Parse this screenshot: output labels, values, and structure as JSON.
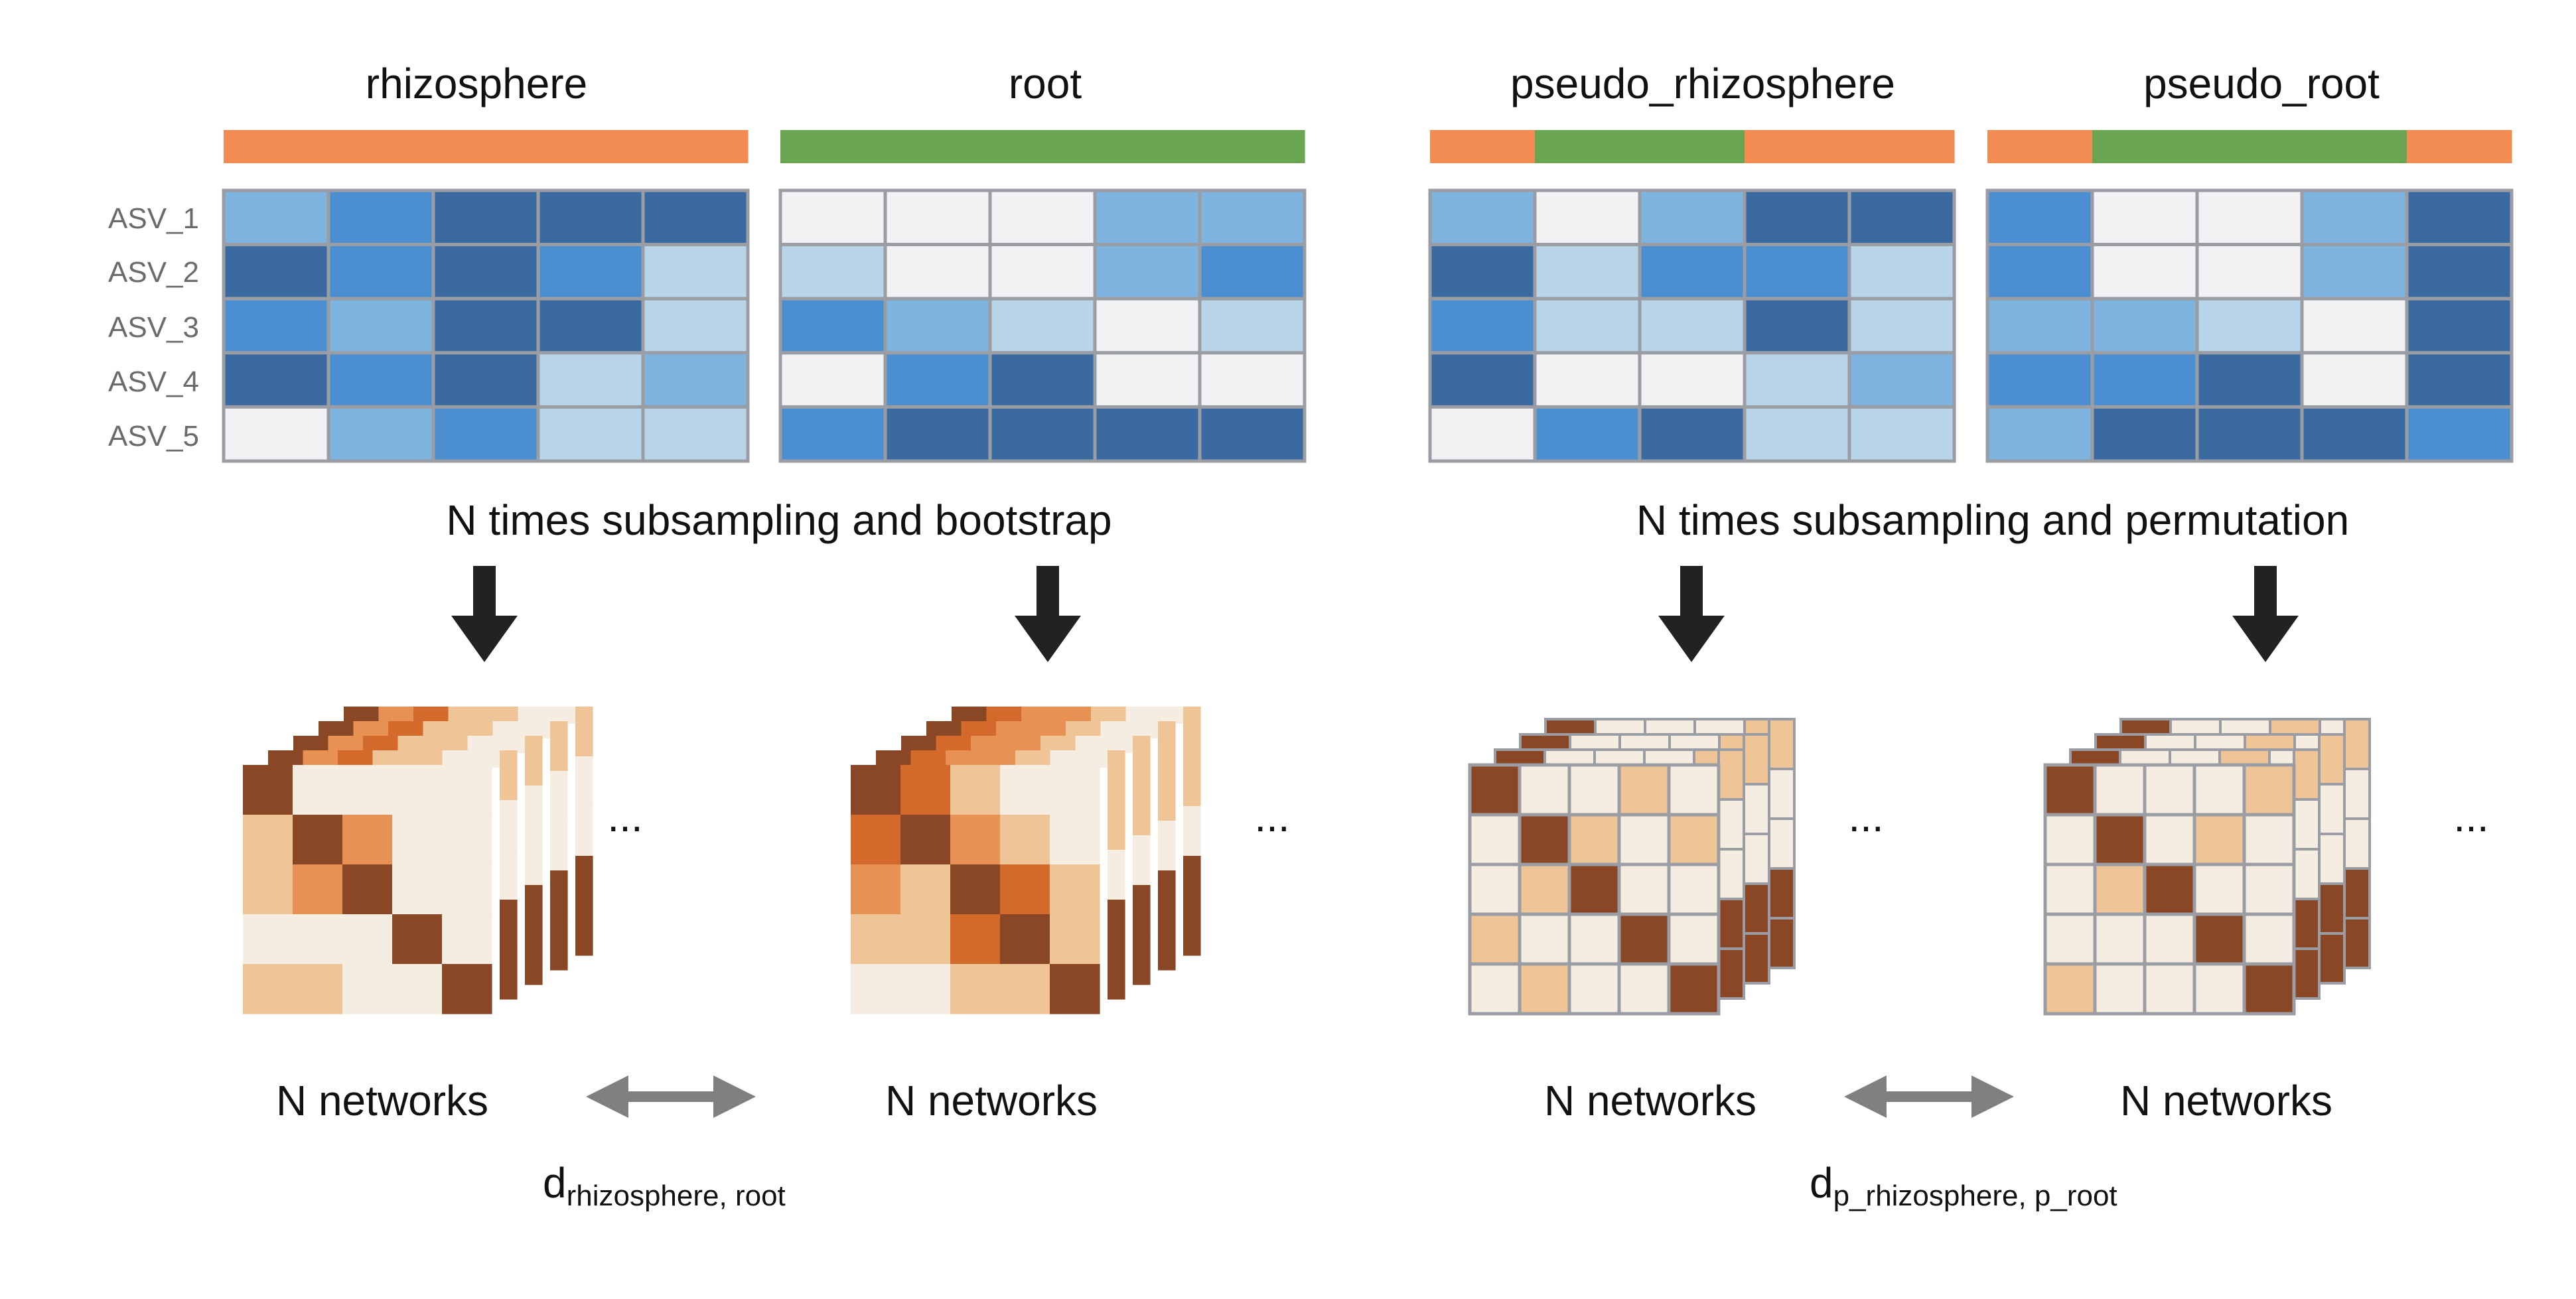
{
  "colors": {
    "rhizosphere": "#f28c52",
    "root": "#6aa651",
    "blue_levels": [
      "#f2f2f5",
      "#b8d5ea",
      "#7eb4df",
      "#4c8fd1",
      "#3a6a9f"
    ],
    "orange_levels": [
      "#f5ede2",
      "#efc598",
      "#e89155",
      "#d3692b",
      "#8a4726"
    ],
    "grid_stroke": "#9a9da3",
    "arrow": "#222222",
    "double_arrow": "#808080"
  },
  "asv_labels": [
    "ASV_1",
    "ASV_2",
    "ASV_3",
    "ASV_4",
    "ASV_5"
  ],
  "tables": [
    {
      "label": "rhizosphere",
      "sample_groups": [
        "rhizosphere",
        "rhizosphere",
        "rhizosphere",
        "rhizosphere",
        "rhizosphere"
      ],
      "cells": [
        [
          2,
          3,
          4,
          4,
          4
        ],
        [
          4,
          3,
          4,
          3,
          1
        ],
        [
          3,
          2,
          4,
          4,
          1
        ],
        [
          4,
          3,
          4,
          1,
          2
        ],
        [
          0,
          2,
          3,
          1,
          1
        ]
      ]
    },
    {
      "label": "root",
      "sample_groups": [
        "root",
        "root",
        "root",
        "root",
        "root"
      ],
      "cells": [
        [
          0,
          0,
          0,
          2,
          2
        ],
        [
          1,
          0,
          0,
          2,
          3
        ],
        [
          3,
          2,
          1,
          0,
          1
        ],
        [
          0,
          3,
          4,
          0,
          0
        ],
        [
          3,
          4,
          4,
          4,
          4
        ]
      ]
    },
    {
      "label": "pseudo_rhizosphere",
      "sample_groups": [
        "rhizosphere",
        "root",
        "root",
        "rhizosphere",
        "rhizosphere"
      ],
      "cells": [
        [
          2,
          0,
          2,
          4,
          4
        ],
        [
          4,
          1,
          3,
          3,
          1
        ],
        [
          3,
          1,
          1,
          4,
          1
        ],
        [
          4,
          0,
          0,
          1,
          2
        ],
        [
          0,
          3,
          4,
          1,
          1
        ]
      ]
    },
    {
      "label": "pseudo_root",
      "sample_groups": [
        "rhizosphere",
        "root",
        "root",
        "root",
        "rhizosphere"
      ],
      "cells": [
        [
          3,
          0,
          0,
          2,
          4
        ],
        [
          3,
          0,
          0,
          2,
          4
        ],
        [
          2,
          2,
          1,
          0,
          4
        ],
        [
          3,
          3,
          4,
          0,
          4
        ],
        [
          2,
          4,
          4,
          4,
          3
        ]
      ]
    }
  ],
  "process_labels": {
    "left": "N times subsampling and bootstrap",
    "right": "N times subsampling and permutation"
  },
  "networks": [
    {
      "label": "N networks",
      "style": "merged",
      "front": [
        [
          4,
          0,
          0,
          0,
          0
        ],
        [
          1,
          4,
          2,
          0,
          0
        ],
        [
          1,
          2,
          4,
          0,
          0
        ],
        [
          0,
          0,
          0,
          4,
          0
        ],
        [
          1,
          1,
          0,
          0,
          4
        ]
      ],
      "top_strip": [
        4,
        2,
        3,
        1,
        1,
        0,
        0
      ],
      "side_strip": [
        1,
        0,
        0,
        4,
        4
      ]
    },
    {
      "label": "N networks",
      "style": "merged",
      "front": [
        [
          4,
          3,
          1,
          0,
          0
        ],
        [
          3,
          4,
          2,
          1,
          0
        ],
        [
          2,
          1,
          4,
          3,
          1
        ],
        [
          1,
          1,
          3,
          4,
          1
        ],
        [
          0,
          0,
          1,
          1,
          4
        ]
      ],
      "top_strip": [
        4,
        3,
        2,
        2,
        1,
        0,
        0
      ],
      "side_strip": [
        1,
        1,
        0,
        4,
        4
      ]
    },
    {
      "label": "N networks",
      "style": "stacked",
      "front": [
        [
          4,
          0,
          0,
          1,
          0
        ],
        [
          0,
          4,
          1,
          0,
          1
        ],
        [
          0,
          1,
          4,
          0,
          0
        ],
        [
          1,
          0,
          0,
          4,
          0
        ],
        [
          0,
          1,
          0,
          0,
          4
        ]
      ],
      "top_strip": [
        4,
        0,
        0,
        0,
        1
      ],
      "side_strip": [
        1,
        0,
        0,
        4,
        4
      ]
    },
    {
      "label": "N networks",
      "style": "stacked",
      "front": [
        [
          4,
          0,
          0,
          0,
          1
        ],
        [
          0,
          4,
          0,
          1,
          0
        ],
        [
          0,
          1,
          4,
          0,
          0
        ],
        [
          0,
          0,
          0,
          4,
          0
        ],
        [
          1,
          0,
          0,
          0,
          4
        ]
      ],
      "top_strip": [
        4,
        0,
        0,
        1,
        0
      ],
      "side_strip": [
        1,
        0,
        0,
        4,
        4
      ]
    }
  ],
  "ellipsis": "...",
  "distances": [
    {
      "symbol": "d",
      "subscript": "rhizosphere, root"
    },
    {
      "symbol": "d",
      "subscript": "p_rhizosphere, p_root"
    }
  ]
}
